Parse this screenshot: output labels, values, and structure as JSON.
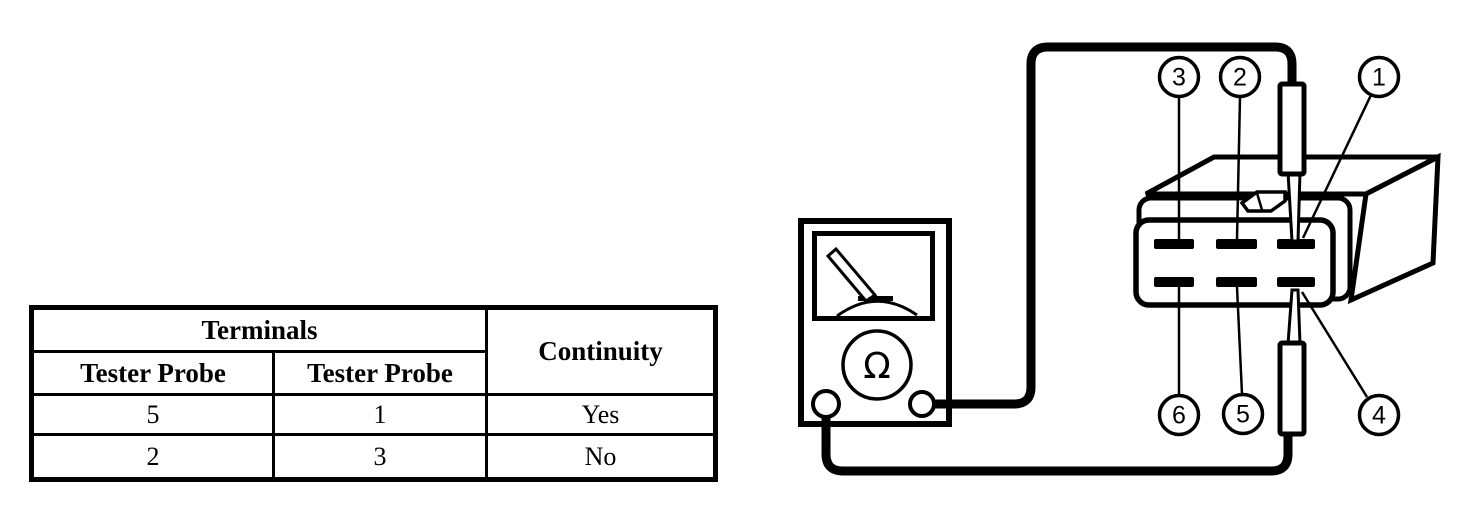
{
  "colors": {
    "ink": "#000000",
    "paper": "#ffffff"
  },
  "table": {
    "headers": {
      "terminals": "Terminals",
      "continuity": "Continuity",
      "tester_probe_left": "Tester Probe",
      "tester_probe_right": "Tester Probe"
    },
    "rows": [
      {
        "probe_left": "5",
        "probe_right": "1",
        "continuity": "Yes"
      },
      {
        "probe_left": "2",
        "probe_right": "3",
        "continuity": "No"
      }
    ]
  },
  "diagram": {
    "ohmmeter": {
      "dial_symbol": "Ω"
    },
    "callouts": [
      {
        "label": "3"
      },
      {
        "label": "2"
      },
      {
        "label": "1"
      },
      {
        "label": "6"
      },
      {
        "label": "5"
      },
      {
        "label": "4"
      }
    ]
  }
}
